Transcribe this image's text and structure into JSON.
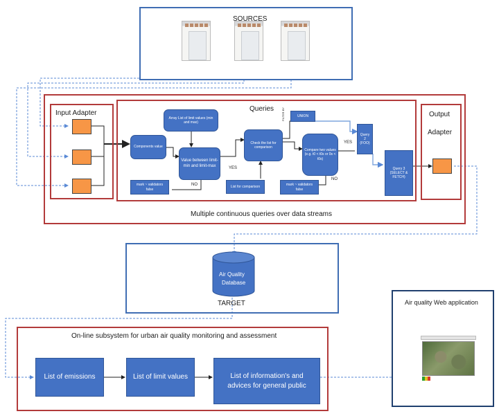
{
  "sources": {
    "title": "SOURCES"
  },
  "input_adapter": {
    "title": "Input Adapter"
  },
  "output_adapter": {
    "title_line1": "Output",
    "title_line2": "Adapter"
  },
  "queries": {
    "title": "Queries",
    "array_list": "Array List of limit values (min and max)",
    "components_value": "Components value",
    "value_between": "Value between limit-min and limit-max",
    "check_list": "Check the list for comparison",
    "union": "UNION",
    "compare": "Compare two values (e.g. t0 < t0s or 0s < t0s)",
    "query2": "Query 2 (FOO)",
    "query3": "Query 3 (SELECT & FETCH)",
    "mark_invalid_1": "mark ~ validators false",
    "mark_invalid_2": "mark ~ validators false",
    "list_comparison": "List for comparison",
    "yes1": "YES",
    "no1": "NO",
    "yes2": "YES",
    "no2": "NO",
    "filter_by": "FILTER BY"
  },
  "stream_caption": "Multiple continuous queries over data streams",
  "target": {
    "db_line1": "Air Quality",
    "db_line2": "Database",
    "label": "TARGET"
  },
  "subsystem": {
    "title": "On-line subsystem for urban air quality monitoring and assessment",
    "box1": "List of emissions",
    "box2": "List of limit values",
    "box3": "List of information's and advices for general public"
  },
  "webapp": {
    "title": "Air quality  Web application"
  },
  "colors": {
    "node": "#4472c4",
    "port": "#f79646",
    "frame_blue": "#3f6db3",
    "frame_red": "#b23a3a"
  }
}
